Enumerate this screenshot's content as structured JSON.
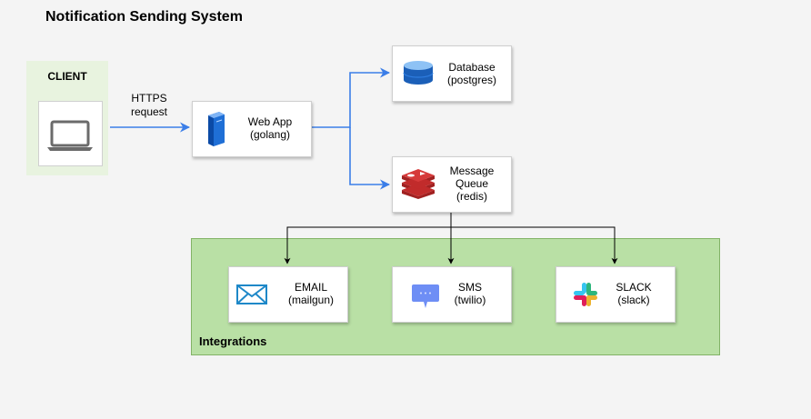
{
  "title": "Notification Sending System",
  "client": {
    "label": "CLIENT",
    "icon": "laptop-icon"
  },
  "edge_label": "HTTPS\nrequest",
  "nodes": {
    "webapp": {
      "label": "Web App\n(golang)",
      "icon": "server-icon"
    },
    "database": {
      "label": "Database\n(postgres)",
      "icon": "database-icon"
    },
    "queue": {
      "label": "Message\nQueue\n(redis)",
      "icon": "redis-icon"
    },
    "email": {
      "label": "EMAIL\n(mailgun)",
      "icon": "envelope-icon"
    },
    "sms": {
      "label": "SMS\n(twilio)",
      "icon": "chat-bubble-icon"
    },
    "slack": {
      "label": "SLACK\n(slack)",
      "icon": "slack-icon"
    }
  },
  "group": {
    "label": "Integrations"
  },
  "colors": {
    "arrow_blue": "#3b7ee8",
    "group_fill": "#b9e0a5",
    "client_panel": "#e8f3df",
    "redis_red": "#c12b2b"
  }
}
